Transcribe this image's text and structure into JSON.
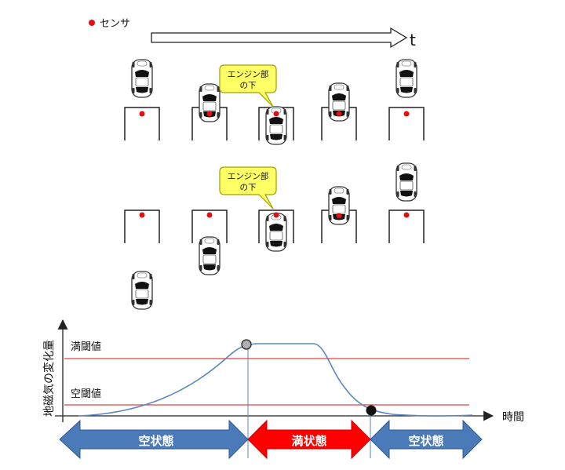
{
  "legend": {
    "sensor_label": "センサ"
  },
  "time_axis_label": "t",
  "callouts": [
    "エンジン部",
    "の下"
  ],
  "graph": {
    "y_label": "地磁気の変化量",
    "x_label": "時間",
    "full_threshold_label": "満閾値",
    "empty_threshold_label": "空閾値"
  },
  "states": [
    {
      "label": "空状態",
      "color": "#4a7ab8"
    },
    {
      "label": "満状態",
      "color": "#ff0000"
    },
    {
      "label": "空状態",
      "color": "#4a7ab8"
    }
  ],
  "colors": {
    "sensor": "#e01010",
    "threshold": "#e04040",
    "curve": "#5b86c4",
    "callout_fill": "#ffff66",
    "callout_stroke": "#a0a000"
  }
}
